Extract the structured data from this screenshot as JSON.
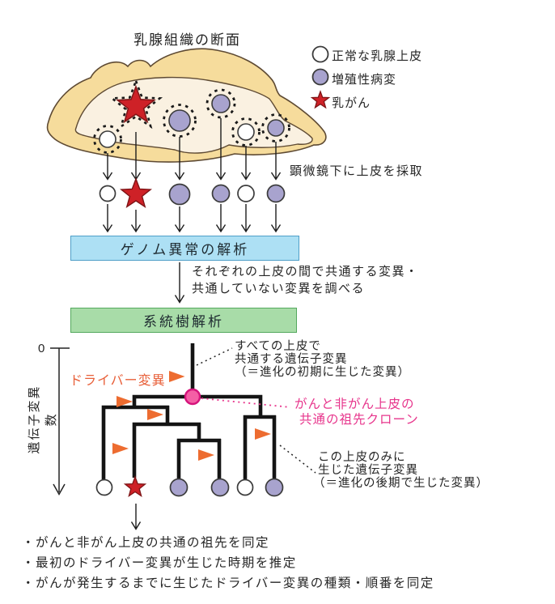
{
  "title": "乳腺組織の断面",
  "legend": {
    "items": [
      {
        "icon": "normal-epithelium-icon",
        "label": "正常な乳腺上皮"
      },
      {
        "icon": "proliferative-lesion-icon",
        "label": "増殖性病変"
      },
      {
        "icon": "breast-cancer-icon",
        "label": "乳がん"
      }
    ]
  },
  "samples": {
    "order": [
      "normal",
      "cancer",
      "lesion",
      "lesion",
      "normal",
      "lesion"
    ],
    "sampling_note": "顕微鏡下に上皮を採取"
  },
  "steps": {
    "genome_box": "ゲノム異常の解析",
    "genome_note_line1": "それぞれの上皮の間で共通する変異・",
    "genome_note_line2": "共通していない変異を調べる",
    "phylo_box": "系統樹解析"
  },
  "tree": {
    "axis_zero": "0",
    "axis_label": "遺伝子変異数",
    "driver_label": "ドライバー変異",
    "leaves": [
      "normal",
      "cancer",
      "lesion",
      "lesion",
      "normal",
      "lesion"
    ],
    "annotations": {
      "root_line1": "すべての上皮で",
      "root_line2": "共通する遺伝子変異",
      "root_line3": "（＝進化の初期に生じた変異）",
      "ancestor_line1": "がんと非がん上皮の",
      "ancestor_line2": "共通の祖先クローン",
      "private_line1": "この上皮のみに",
      "private_line2": "生じた遺伝子変異",
      "private_line3": "（＝進化の後期で生じた変異）"
    }
  },
  "conclusions": [
    "・がんと非がん上皮の共通の祖先を同定",
    "・最初のドライバー変異が生じた時期を推定",
    "・がんが発生するまでに生じたドライバー変異の種類・順番を同定"
  ],
  "colors": {
    "tissue_outer": "#f6dc9c",
    "tissue_inner": "#faf1e1",
    "normal_fill": "#ffffff",
    "lesion_fill": "#a8a3ce",
    "cancer_fill": "#ce2127",
    "flag_orange": "#ed6c30",
    "driver_orange": "#e8603a",
    "ancestor_pink": "#e7358c",
    "node_pink": "#f45fa5",
    "genome_box_fill": "#ade0f4",
    "phylo_box_fill": "#a8dca8"
  }
}
